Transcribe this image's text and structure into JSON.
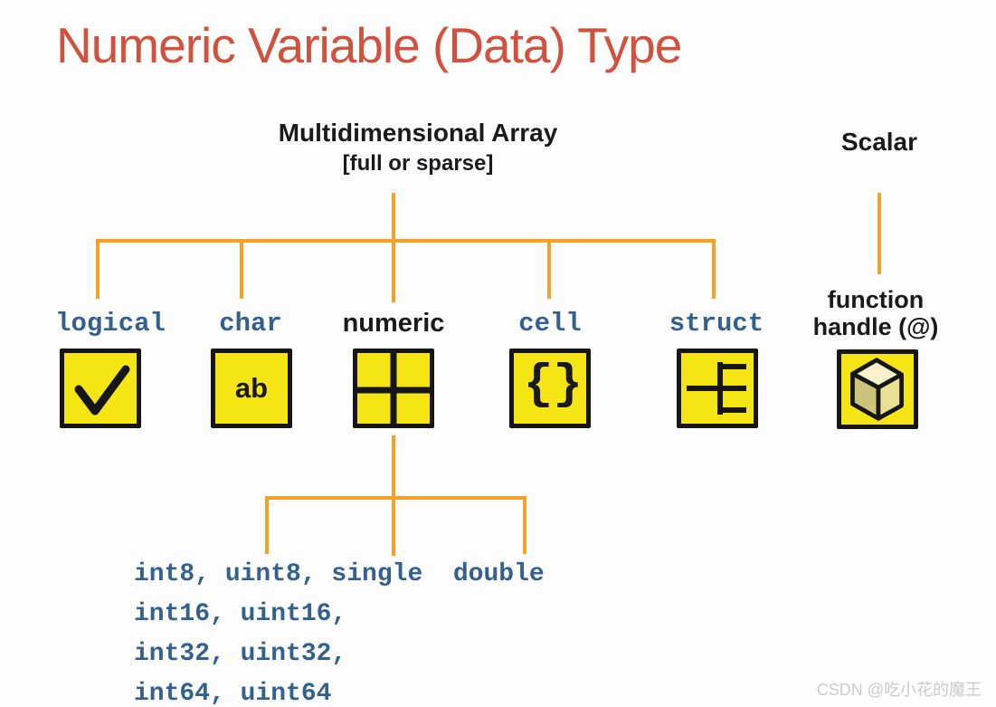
{
  "title": "Numeric Variable (Data) Type",
  "watermark": "CSDN @吃小花的魔王",
  "array_tree": {
    "heading": "Multidimensional Array",
    "subheading": "[full or sparse]",
    "branches": {
      "logical": "logical",
      "char": "char",
      "numeric": "numeric",
      "cell": "cell",
      "struct": "struct"
    }
  },
  "scalar_tree": {
    "heading": "Scalar",
    "label_line1": "function",
    "label_line2": "handle (@)"
  },
  "box_glyphs": {
    "char_text": "ab",
    "cell_open": "{",
    "cell_close": "}"
  },
  "numeric_subtypes": {
    "line1": "int8, uint8, single  double",
    "line2": "int16, uint16,",
    "line3": "int32, uint32,",
    "line4": "int64, uint64"
  },
  "icons": {
    "logical": "checkmark-icon",
    "numeric": "grid-2x2-icon",
    "struct": "struct-tree-icon",
    "function_handle": "cube-icon"
  },
  "colors": {
    "title": "#d0523e",
    "connector": "#f5a128",
    "type_label_blue": "#33618f",
    "box_fill": "#f6e515",
    "box_border": "#161616",
    "text_black": "#1a1a1c",
    "watermark": "#cbcbcb",
    "cube_top": "#f7f2cb",
    "cube_left": "#cdc47b",
    "cube_right": "#e9e094"
  }
}
